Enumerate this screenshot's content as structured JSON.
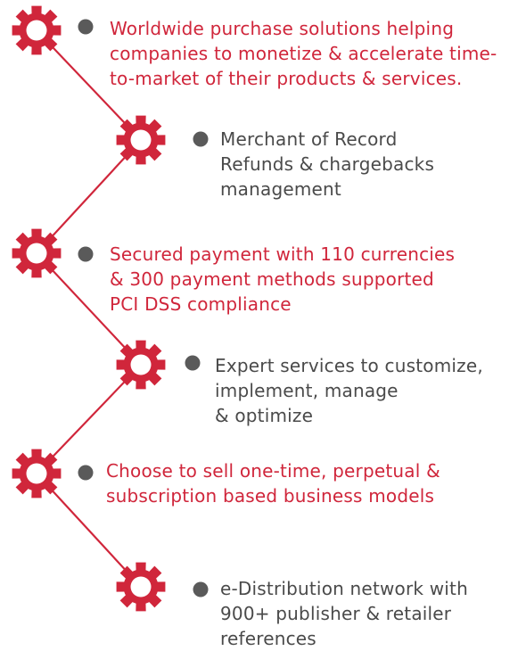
{
  "colors": {
    "accent": "#d0263b",
    "text_dark": "#4a4a4a",
    "bullet": "#5a5a5a"
  },
  "items": [
    {
      "style": "accent",
      "icon": "gear-icon",
      "lines": [
        "Worldwide purchase solutions helping",
        "companies to monetize & accelerate time-",
        "to-market of their products & services."
      ]
    },
    {
      "style": "muted",
      "icon": "gear-icon",
      "lines": [
        "Merchant of Record",
        "Refunds & chargebacks",
        "management"
      ]
    },
    {
      "style": "accent",
      "icon": "gear-icon",
      "lines": [
        "Secured payment with 110 currencies",
        "& 300 payment methods supported",
        "PCI DSS compliance"
      ]
    },
    {
      "style": "muted",
      "icon": "gear-icon",
      "lines": [
        "Expert services to customize,",
        "implement, manage",
        "& optimize"
      ]
    },
    {
      "style": "accent",
      "icon": "gear-icon",
      "lines": [
        "Choose to sell one-time, perpetual &",
        "subscription based business models"
      ]
    },
    {
      "style": "muted",
      "icon": "gear-icon",
      "lines": [
        "e-Distribution network with",
        "900+ publisher & retailer",
        "references"
      ]
    }
  ]
}
